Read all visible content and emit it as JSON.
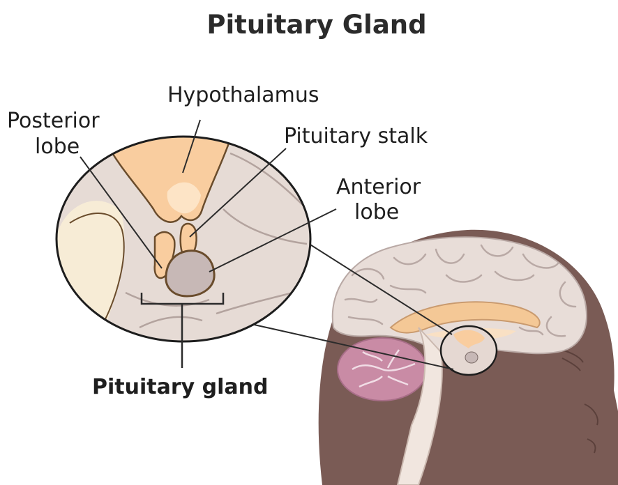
{
  "title": "Pituitary Gland",
  "labels": {
    "hypothalamus": "Hypothalamus",
    "posterior_lobe_line1": "Posterior",
    "posterior_lobe_line2": "lobe",
    "pituitary_stalk": "Pituitary stalk",
    "anterior_lobe_line1": "Anterior",
    "anterior_lobe_line2": "lobe",
    "pituitary_gland": "Pituitary gland"
  },
  "colors": {
    "head_skin": "#7a5b55",
    "brain_tissue": "#e8ddd8",
    "hypothalamus": "#f9cd9f",
    "gland": "#c7b8b6",
    "cerebellum": "#c98ba5",
    "leader_line": "#2b2b2b"
  }
}
